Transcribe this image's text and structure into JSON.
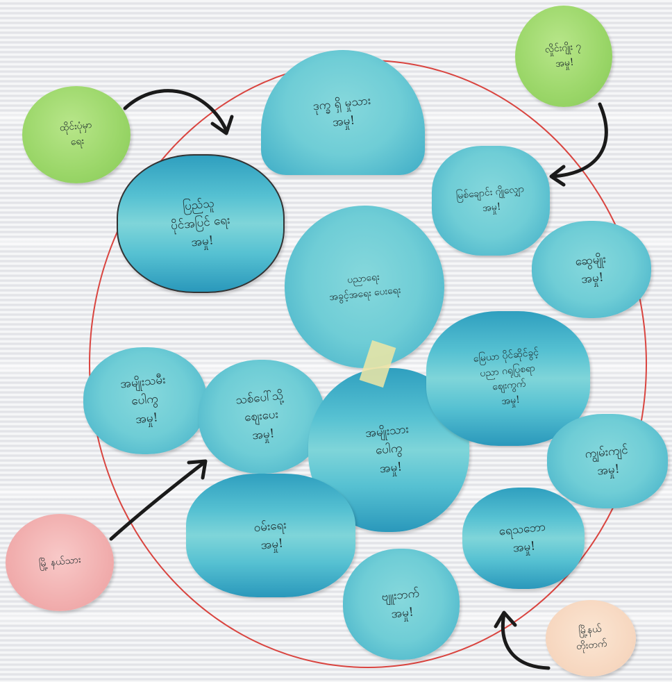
{
  "notes": {
    "n1": "ဒုက္ခ ရှိ မှုသား\nအမှု!",
    "n2": "ပြည်သူ\nပိုင်အပြင် ရေး\nအမှု!",
    "n3": "မြစ်ချောင်း ဂျိုလျှော\nအမှု!",
    "n4": "ပညာရေး\nအခွင့်အရေး ပေးရေး",
    "n5": "ဆွေမျိုး\nအမှု!",
    "n6": "အမျိုးသမီး\nပေါကွ\nအမှု!",
    "n7": "သစ်ပေါ်သို့\nဈေးပေး\nအမှု!",
    "n8": "အမျိုးသား\nပေါကွ\nအမှု!",
    "n9": "မြေယာ ပိုင်ဆိုင်ခွင့်\nပညာ ဂရုပြုစရာ\nဈေးကွက်\nအမှု!",
    "n10": "ကျွမ်းကျင်\nအမှု!",
    "n11": "ဝမ်းရေး\nအမှု!",
    "n12": "ရေသဘော\nအမှု!",
    "n13": "ဗျူးဘက်\nအမှု!",
    "g1": "ထိုင်းပုံမှာ\nရေး",
    "g2": "လှိုင်းဂျိုး ၇\nအမှု!",
    "p1": "မြို့ နယ်သား",
    "pe1": "မြို့နယ်\nတိုးတက်"
  },
  "colors": {
    "ring": "#d9443f",
    "blue_dark": "#2a98bb",
    "blue_light": "#7fd5d9",
    "green": "#9ad668",
    "pink": "#f0aaaa",
    "peach": "#f6d5bd",
    "ink": "#1d2a2c"
  }
}
